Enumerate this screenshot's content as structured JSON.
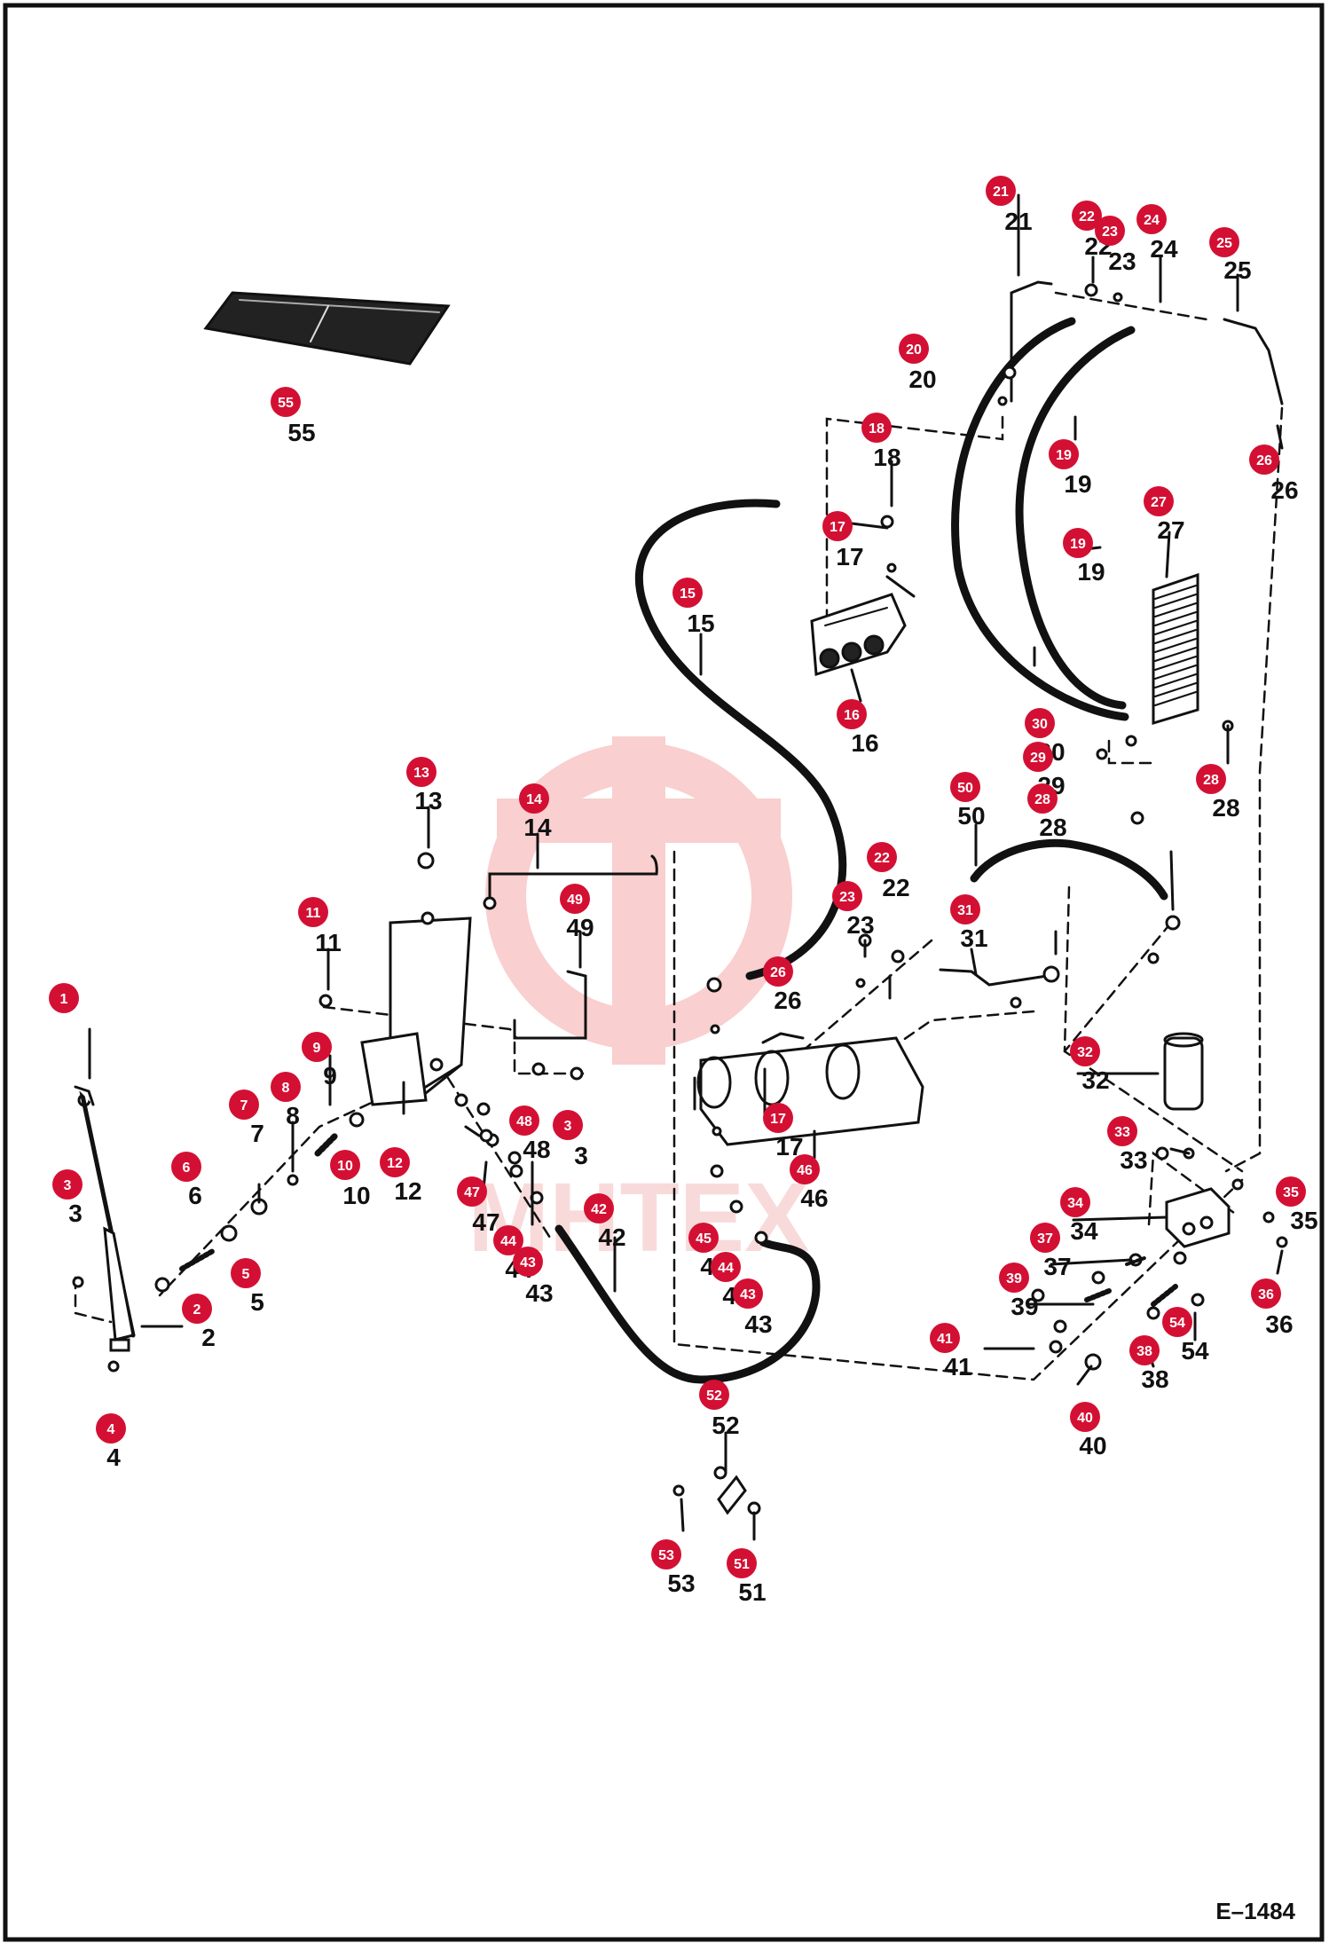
{
  "figure_code": "E–1484",
  "watermark_text": "MHTEX",
  "colors": {
    "badge": "#d31033",
    "ink": "#111111",
    "watermark": "#f4b0b0"
  },
  "callouts": [
    {
      "n": "1"
    },
    {
      "n": "2"
    },
    {
      "n": "3"
    },
    {
      "n": "4"
    },
    {
      "n": "5"
    },
    {
      "n": "6"
    },
    {
      "n": "7"
    },
    {
      "n": "8"
    },
    {
      "n": "9"
    },
    {
      "n": "10"
    },
    {
      "n": "11"
    },
    {
      "n": "12"
    },
    {
      "n": "13"
    },
    {
      "n": "14"
    },
    {
      "n": "15"
    },
    {
      "n": "16"
    },
    {
      "n": "17"
    },
    {
      "n": "18"
    },
    {
      "n": "19"
    },
    {
      "n": "20"
    },
    {
      "n": "21"
    },
    {
      "n": "22"
    },
    {
      "n": "23"
    },
    {
      "n": "24"
    },
    {
      "n": "25"
    },
    {
      "n": "26"
    },
    {
      "n": "27"
    },
    {
      "n": "28"
    },
    {
      "n": "29"
    },
    {
      "n": "30"
    },
    {
      "n": "31"
    },
    {
      "n": "32"
    },
    {
      "n": "33"
    },
    {
      "n": "34"
    },
    {
      "n": "35"
    },
    {
      "n": "36"
    },
    {
      "n": "37"
    },
    {
      "n": "38"
    },
    {
      "n": "39"
    },
    {
      "n": "40"
    },
    {
      "n": "41"
    },
    {
      "n": "42"
    },
    {
      "n": "43"
    },
    {
      "n": "44"
    },
    {
      "n": "45"
    },
    {
      "n": "46"
    },
    {
      "n": "47"
    },
    {
      "n": "48"
    },
    {
      "n": "49"
    },
    {
      "n": "50"
    },
    {
      "n": "51"
    },
    {
      "n": "52"
    },
    {
      "n": "53"
    },
    {
      "n": "54"
    },
    {
      "n": "55"
    },
    {
      "n": "3"
    },
    {
      "n": "17"
    },
    {
      "n": "19"
    },
    {
      "n": "22"
    },
    {
      "n": "23"
    },
    {
      "n": "26"
    },
    {
      "n": "28"
    },
    {
      "n": "43"
    },
    {
      "n": "44"
    }
  ]
}
